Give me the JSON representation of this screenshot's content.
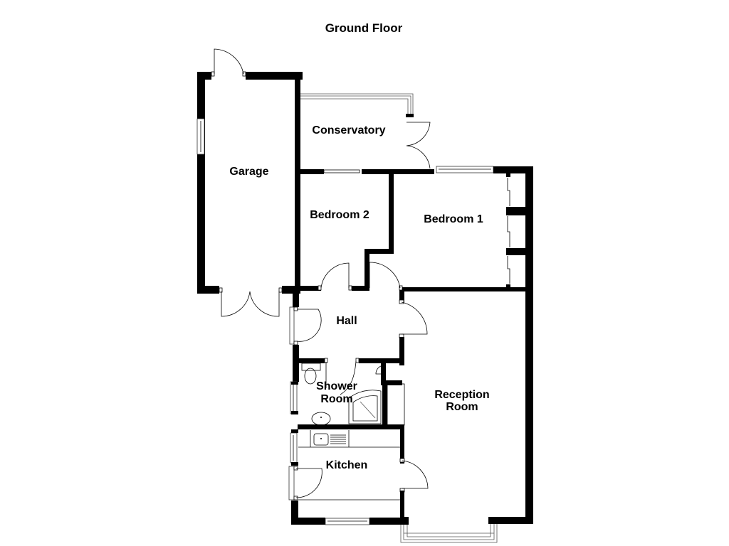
{
  "title": "Ground Floor",
  "rooms": {
    "garage": "Garage",
    "conservatory": "Conservatory",
    "bedroom2": "Bedroom 2",
    "bedroom1": "Bedroom 1",
    "hall": "Hall",
    "shower_room_line1": "Shower",
    "shower_room_line2": "Room",
    "reception_room_line1": "Reception",
    "reception_room_line2": "Room",
    "kitchen": "Kitchen"
  },
  "colors": {
    "wall": "#000000",
    "background": "#ffffff"
  }
}
